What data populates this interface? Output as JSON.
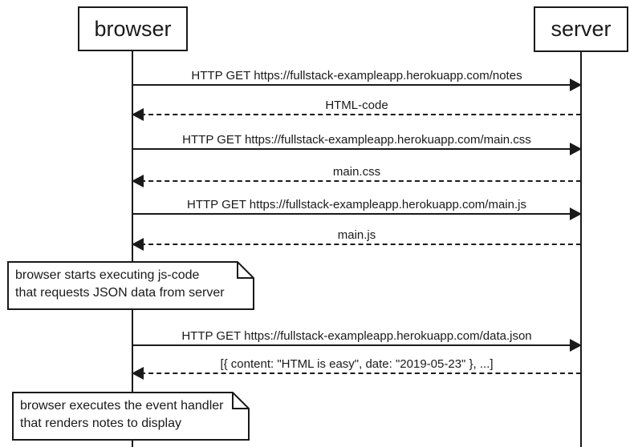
{
  "diagram": {
    "kind": "sequence-diagram",
    "actors": [
      {
        "id": "browser",
        "label": "browser"
      },
      {
        "id": "server",
        "label": "server"
      }
    ],
    "messages": [
      {
        "from": "browser",
        "to": "server",
        "type": "request",
        "line": "solid",
        "label": "HTTP GET https://fullstack-exampleapp.herokuapp.com/notes"
      },
      {
        "from": "server",
        "to": "browser",
        "type": "response",
        "line": "dashed",
        "label": "HTML-code"
      },
      {
        "from": "browser",
        "to": "server",
        "type": "request",
        "line": "solid",
        "label": "HTTP GET https://fullstack-exampleapp.herokuapp.com/main.css"
      },
      {
        "from": "server",
        "to": "browser",
        "type": "response",
        "line": "dashed",
        "label": "main.css"
      },
      {
        "from": "browser",
        "to": "server",
        "type": "request",
        "line": "solid",
        "label": "HTTP GET https://fullstack-exampleapp.herokuapp.com/main.js"
      },
      {
        "from": "server",
        "to": "browser",
        "type": "response",
        "line": "dashed",
        "label": "main.js"
      },
      {
        "from": "browser",
        "to": "server",
        "type": "request",
        "line": "solid",
        "label": "HTTP GET https://fullstack-exampleapp.herokuapp.com/data.json"
      },
      {
        "from": "server",
        "to": "browser",
        "type": "response",
        "line": "dashed",
        "label": "[{ content: \"HTML is easy\", date: \"2019-05-23\" }, ...]"
      }
    ],
    "notes": [
      {
        "over": "browser",
        "lines": [
          "browser starts executing js-code",
          "that requests JSON data from server"
        ]
      },
      {
        "over": "browser",
        "lines": [
          "browser executes the event handler",
          "that renders notes to display"
        ]
      }
    ]
  },
  "colors": {
    "line": "#1a1a1a",
    "text": "#1a1a1a",
    "background": "#ffffff"
  }
}
